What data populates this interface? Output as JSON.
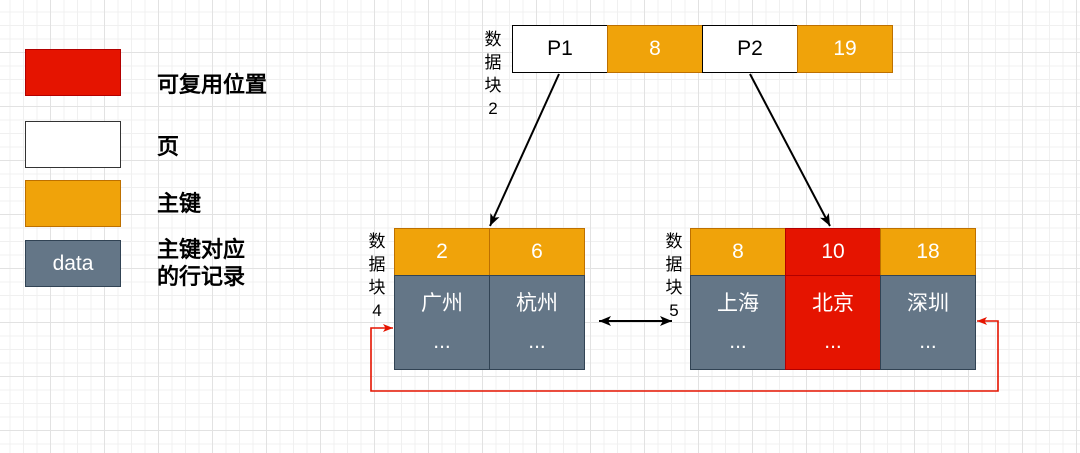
{
  "colors": {
    "reusable": "#e51400",
    "page": "#ffffff",
    "primary_key": "#f0a30a",
    "row_data": "#647687",
    "pointer_arrow": "#000000",
    "link_arrow": "#e51400"
  },
  "legend": {
    "reusable": {
      "label": "可复用位置"
    },
    "page": {
      "label": "页"
    },
    "primary_key": {
      "label": "主键"
    },
    "row_data": {
      "swatch_text": "data",
      "label_line1": "主键对应",
      "label_line2": "的行记录"
    }
  },
  "block_2": {
    "label": "数据块2",
    "entries": [
      {
        "page": "P1",
        "key": "8"
      },
      {
        "page": "P2",
        "key": "19"
      }
    ]
  },
  "block_4": {
    "label": "数据块4",
    "records": [
      {
        "key": "2",
        "city": "广州",
        "more": "...",
        "reusable": false
      },
      {
        "key": "6",
        "city": "杭州",
        "more": "...",
        "reusable": false
      }
    ]
  },
  "block_5": {
    "label": "数据块5",
    "records": [
      {
        "key": "8",
        "city": "上海",
        "more": "...",
        "reusable": false
      },
      {
        "key": "10",
        "city": "北京",
        "more": "...",
        "reusable": true
      },
      {
        "key": "18",
        "city": "深圳",
        "more": "...",
        "reusable": false
      }
    ]
  }
}
